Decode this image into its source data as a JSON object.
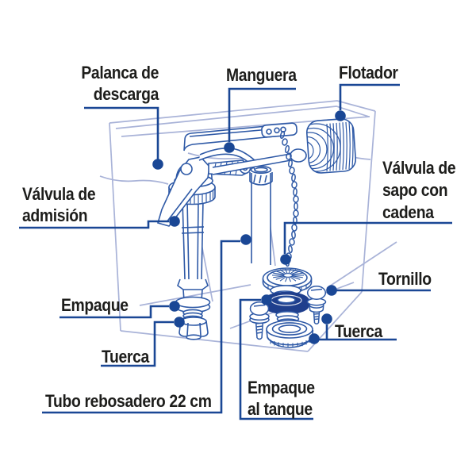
{
  "diagram": {
    "description": "Exploded technical diagram of a toilet tank fill/flush mechanism with Spanish part labels",
    "labels": {
      "palanca_descarga": {
        "line1": "Palanca de",
        "line2": "descarga"
      },
      "manguera": "Manguera",
      "flotador": "Flotador",
      "valvula_admision": {
        "line1": "Válvula de",
        "line2": "admisión"
      },
      "valvula_sapo": {
        "line1": "Válvula de",
        "line2": "sapo con",
        "line3": "cadena"
      },
      "tornillo": "Tornillo",
      "tuerca_derecha": "Tuerca",
      "empaque": "Empaque",
      "tuerca_izquierda": "Tuerca",
      "tubo_rebosadero": "Tubo rebosadero 22 cm",
      "empaque_al_tanque": {
        "line1": "Empaque",
        "line2": "al tanque"
      }
    },
    "colors": {
      "label_text": "#1d1d1b",
      "leader_line": "#1a4795",
      "illustration_stroke": "#2e59a6",
      "illustration_light": "#a9b3d8",
      "gasket_fill": "#1f3f8d",
      "background": "#ffffff"
    }
  }
}
